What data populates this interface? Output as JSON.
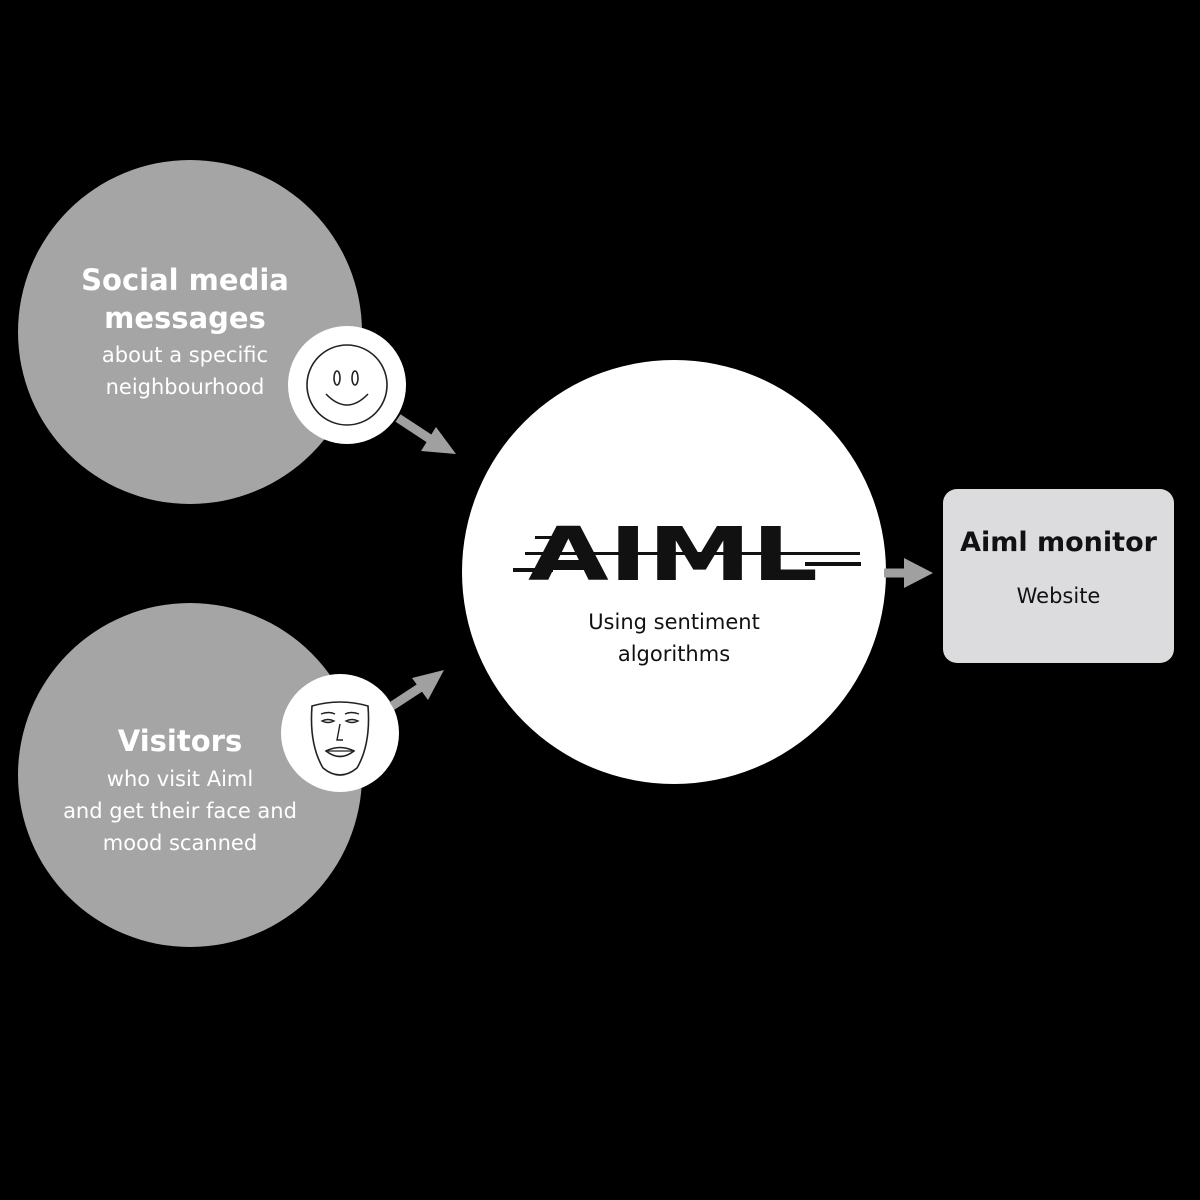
{
  "nodes": {
    "social": {
      "title_line1": "Social media",
      "title_line2": "messages",
      "sub_line1": "about a specific",
      "sub_line2": "neighbourhood",
      "icon": "smiley-face-icon"
    },
    "visitors": {
      "title": "Visitors",
      "sub_line1": "who visit Aiml",
      "sub_line2": "and get their face and",
      "sub_line3": "mood scanned",
      "icon": "scanned-face-icon"
    },
    "engine": {
      "logo": "AIML",
      "sub_line1": "Using sentiment",
      "sub_line2": "algorithms"
    },
    "output": {
      "title": "Aiml monitor",
      "sub": "Website"
    }
  },
  "colors": {
    "background": "#000000",
    "input_circle": "#a5a5a5",
    "engine_circle": "#ffffff",
    "output_box": "#dcdcdf",
    "arrow": "#a0a0a0"
  }
}
